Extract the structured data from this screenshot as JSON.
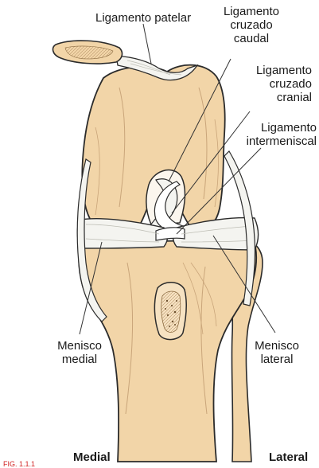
{
  "labels": {
    "patellar_ligament": "Ligamento patelar",
    "caudal_cruciate": [
      "Ligamento",
      "cruzado",
      "caudal"
    ],
    "cranial_cruciate": [
      "Ligamento",
      "cruzado",
      "cranial"
    ],
    "intermeniscal": [
      "Ligamento",
      "intermeniscal"
    ],
    "medial_meniscus": [
      "Menisco",
      "medial"
    ],
    "lateral_meniscus": [
      "Menisco",
      "lateral"
    ],
    "side_medial": "Medial",
    "side_lateral": "Lateral",
    "caption_fragment": "FIG. 1.1.1"
  },
  "colors": {
    "bone": "#f2d5a8",
    "bone_shadow": "#c9a57a",
    "ligament": "#f4f4f0",
    "outline": "#2b2b2b",
    "leader": "#333333",
    "marrow": "#8a6a40"
  }
}
